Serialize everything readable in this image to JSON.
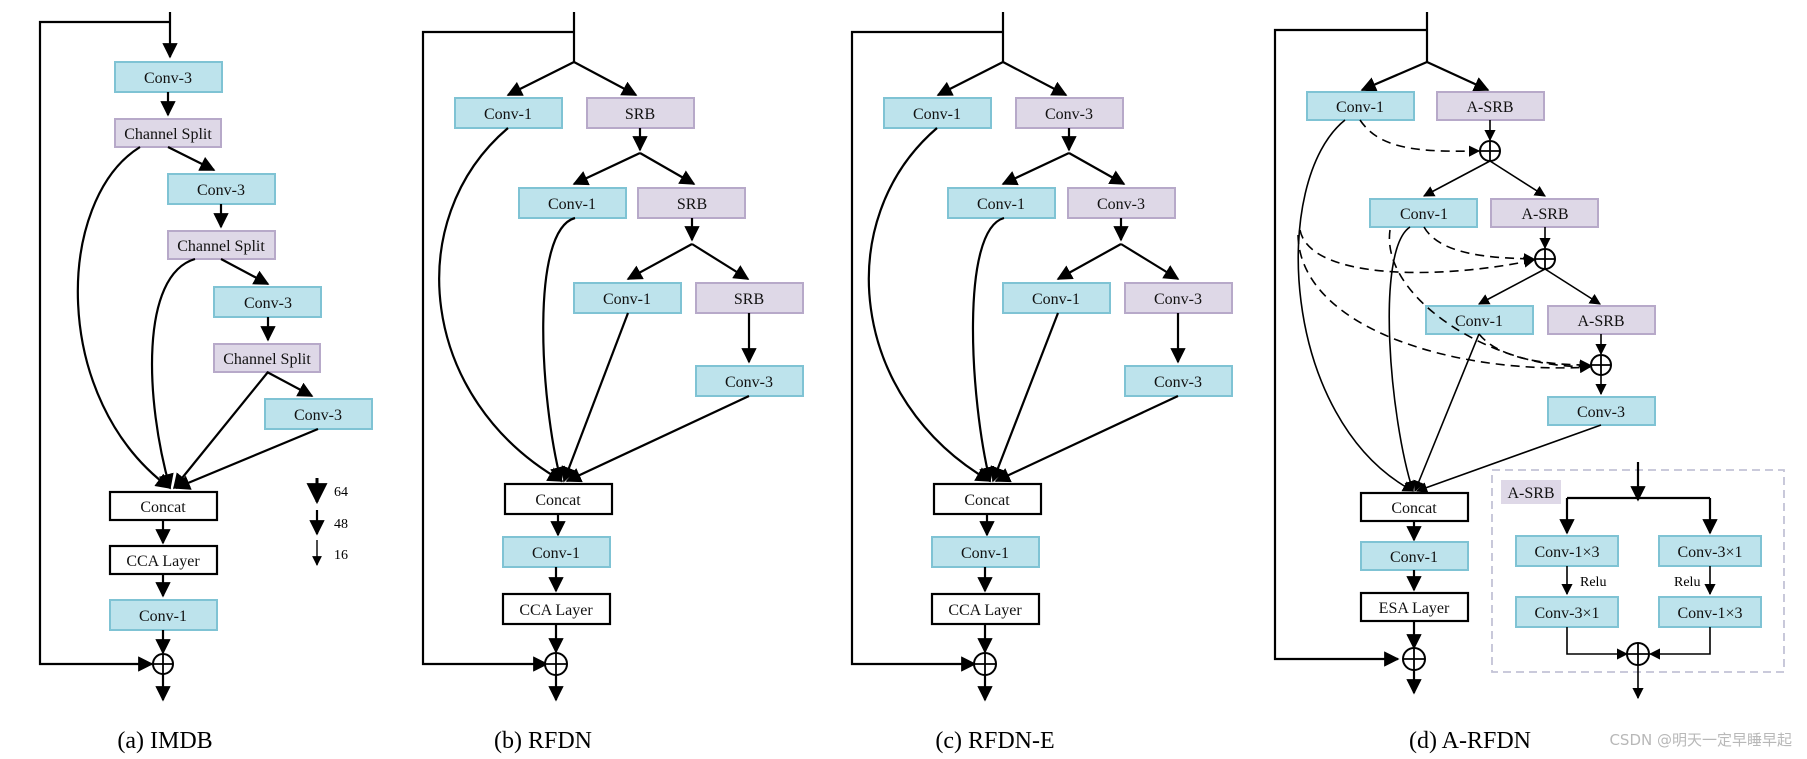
{
  "captions": {
    "a": "(a) IMDB",
    "b": "(b) RFDN",
    "c": "(c)  RFDN-E",
    "d": "(d) A-RFDN"
  },
  "labels": {
    "conv3": "Conv-3",
    "conv1": "Conv-1",
    "channel_split": "Channel Split",
    "concat": "Concat",
    "cca_layer": "CCA Layer",
    "esa_layer": "ESA Layer",
    "srb": "SRB",
    "a_srb": "A-SRB",
    "conv1x3": "Conv-1×3",
    "conv3x1": "Conv-3×1",
    "relu": "Relu"
  },
  "legend": {
    "c64": "64",
    "c48": "48",
    "c16": "16"
  },
  "watermark": "CSDN @明天一定早睡早起",
  "colors": {
    "conv_fill": "#bde3ec",
    "conv_stroke": "#7fc3d4",
    "srb_fill": "#ded8e7",
    "srb_stroke": "#b7a9c9",
    "line": "#000000"
  }
}
